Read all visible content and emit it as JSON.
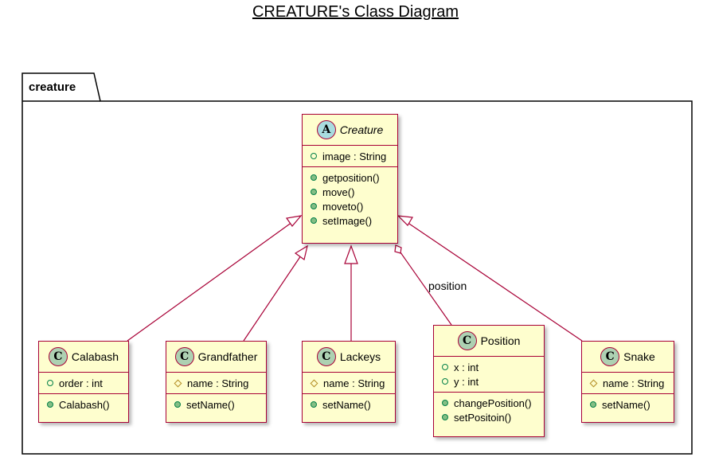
{
  "diagram": {
    "title": "CREATURE's Class Diagram"
  },
  "package": {
    "name": "creature"
  },
  "colors": {
    "class_fill": "#FEFECE",
    "border": "#A80036",
    "class_badge": "#ADD1B2",
    "abstract_badge": "#A9DCDF"
  },
  "classes": {
    "creature": {
      "badge": "A",
      "name": "Creature",
      "fields": [
        "image : String"
      ],
      "methods": [
        "getposition()",
        "move()",
        "moveto()",
        "setImage()"
      ]
    },
    "calabash": {
      "badge": "C",
      "name": "Calabash",
      "fields": [
        "order : int"
      ],
      "methods": [
        "Calabash()"
      ]
    },
    "grandfather": {
      "badge": "C",
      "name": "Grandfather",
      "fields": [
        "name : String"
      ],
      "methods": [
        "setName()"
      ]
    },
    "lackeys": {
      "badge": "C",
      "name": "Lackeys",
      "fields": [
        "name : String"
      ],
      "methods": [
        "setName()"
      ]
    },
    "position": {
      "badge": "C",
      "name": "Position",
      "fields": [
        "x : int",
        "y : int"
      ],
      "methods": [
        "changePosition()",
        "setPositoin()"
      ]
    },
    "snake": {
      "badge": "C",
      "name": "Snake",
      "fields": [
        "name : String"
      ],
      "methods": [
        "setName()"
      ]
    }
  },
  "relations": {
    "aggregation_label": "position"
  }
}
